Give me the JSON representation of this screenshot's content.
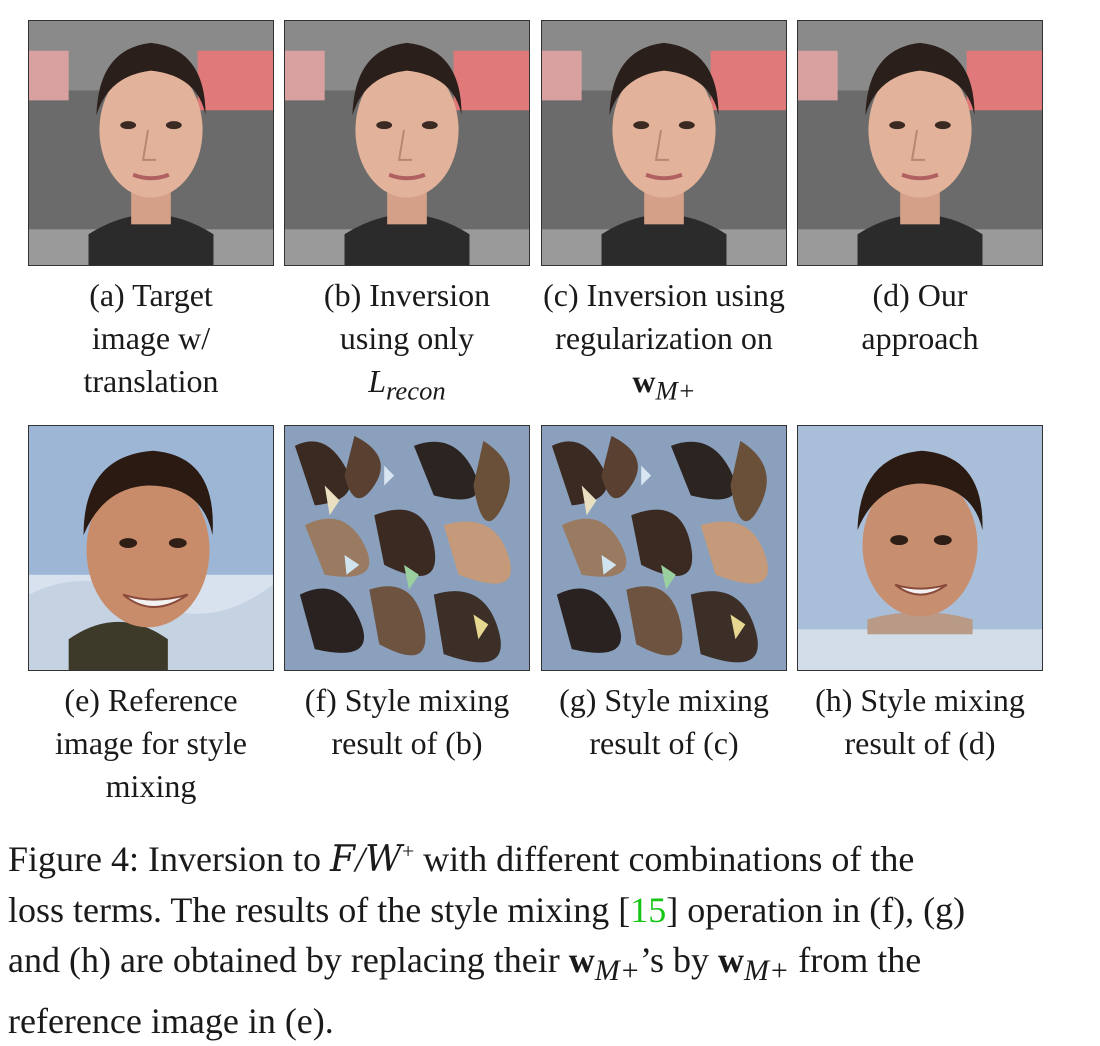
{
  "panels": [
    {
      "id": "a",
      "caption_lines": [
        "(a) Target",
        "image w/",
        "translation"
      ],
      "image": "face-translated-icon"
    },
    {
      "id": "b",
      "caption_lines": [
        "(b) Inversion",
        "using only"
      ],
      "caption_math": [
        "L",
        "recon"
      ],
      "image": "face-inversion-icon"
    },
    {
      "id": "c",
      "caption_lines": [
        "(c) Inversion using",
        "regularization on"
      ],
      "caption_math": [
        "w",
        "M+"
      ],
      "image": "face-inversion-reg-icon"
    },
    {
      "id": "d",
      "caption_lines": [
        "(d) Our",
        "approach"
      ],
      "image": "face-ours-icon"
    },
    {
      "id": "e",
      "caption_lines": [
        "(e) Reference",
        "image for style",
        "mixing"
      ],
      "image": "face-reference-icon"
    },
    {
      "id": "f",
      "caption_lines": [
        "(f) Style mixing",
        "result of (b)"
      ],
      "image": "artifact-collage-icon"
    },
    {
      "id": "g",
      "caption_lines": [
        "(g) Style mixing",
        "result of (c)"
      ],
      "image": "artifact-collage-icon"
    },
    {
      "id": "h",
      "caption_lines": [
        "(h) Style mixing",
        "result of (d)"
      ],
      "image": "face-mixed-icon"
    }
  ],
  "figure_caption": {
    "l1_a": "Figure 4: Inversion to ",
    "l1_math_F": "F",
    "l1_math_slash": "/",
    "l1_math_W": "W",
    "l1_math_sup": "+",
    "l1_b": " with different combinations of the",
    "l2_a": "loss terms. The results of the style mixing [",
    "l2_cite": "15",
    "l2_b": "] operation in (f), (g)",
    "l3_a": "and (h) are obtained by replacing their ",
    "l3_w1": "w",
    "l3_sub1": "M+",
    "l3_b": "’s by ",
    "l3_w2": "w",
    "l3_sub2": "M+",
    "l3_c": " from the",
    "l4": "reference image in (e)."
  }
}
